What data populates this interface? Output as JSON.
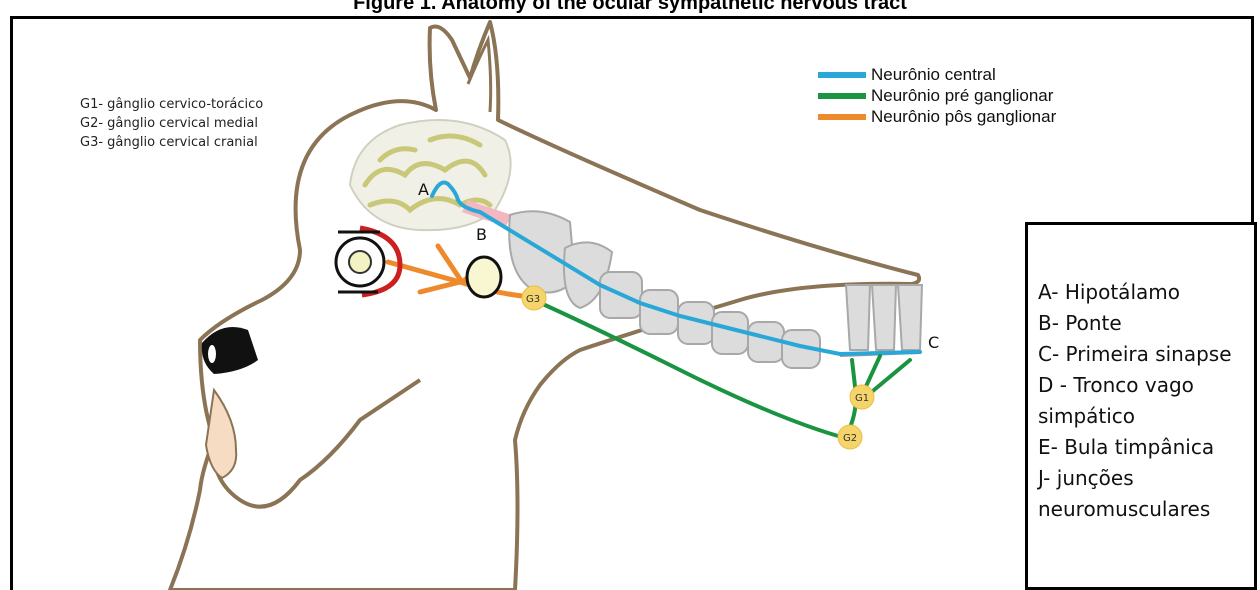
{
  "figure": {
    "title": "Figure 1. Anatomy of the ocular sympathetic nervous tract"
  },
  "ganglia_legend": [
    "G1- gânglio cervico-torácico",
    "G2- gânglio cervical medial",
    "G3- gânglio cervical cranial"
  ],
  "nerve_legend": [
    {
      "label": "Neurônio central",
      "color": "#29a8d8"
    },
    {
      "label": "Neurônio pré ganglionar",
      "color": "#1a9440"
    },
    {
      "label": "Neurônio pôs ganglionar",
      "color": "#ef8a2c"
    }
  ],
  "point_labels": {
    "a": "A",
    "b": "B",
    "c": "C",
    "g1": "G1",
    "g2": "G2",
    "g3": "G3"
  },
  "key_box": [
    "A- Hipotálamo",
    "B- Ponte",
    "C- Primeira sinapse",
    "D - Tronco vago",
    "simpático",
    "E- Bula timpânica",
    "J- junções",
    "neuromusculares"
  ],
  "colors": {
    "outline": "#8b7355",
    "central": "#29a8d8",
    "preganglionic": "#1a9440",
    "postganglionic": "#ef8a2c",
    "ganglion_fill": "#f5d56b",
    "brain_fill": "#f0f0e6",
    "gyri": "#c8c878",
    "vertebra": "#dcdcdc",
    "nose": "#111111",
    "eye_red": "#cc1f1f"
  }
}
